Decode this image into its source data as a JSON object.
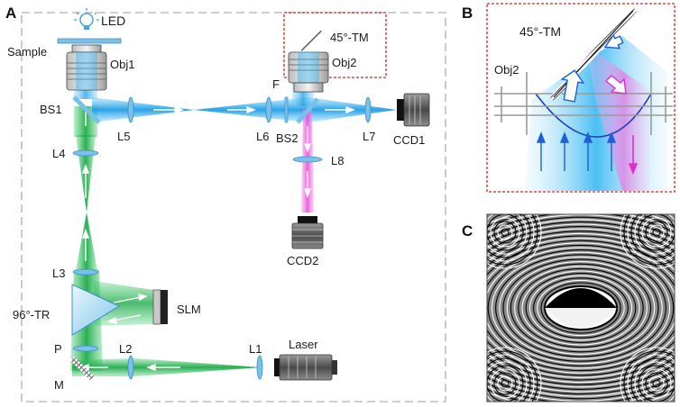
{
  "panels": {
    "a": "A",
    "b": "B",
    "c": "C"
  },
  "panel_a": {
    "led": "LED",
    "sample": "Sample",
    "obj1": "Obj1",
    "obj2": "Obj2",
    "tm": "45°-TM",
    "bs1": "BS1",
    "bs2": "BS2",
    "l1": "L1",
    "l2": "L2",
    "l3": "L3",
    "l4": "L4",
    "l5": "L5",
    "l6": "L6",
    "l7": "L7",
    "l8": "L8",
    "f": "F",
    "ccd1": "CCD1",
    "ccd2": "CCD2",
    "slm": "SLM",
    "tr": "96°-TR",
    "p": "P",
    "m": "M",
    "laser": "Laser"
  },
  "panel_b": {
    "tm": "45°-TM",
    "obj2": "Obj2"
  },
  "colors": {
    "green_beam": "#1fb24a",
    "blue_beam": "#29a9ea",
    "magenta_beam": "#e83fd6",
    "inset_border": "#d7262b",
    "frame_dash": "#bdbdbd"
  }
}
